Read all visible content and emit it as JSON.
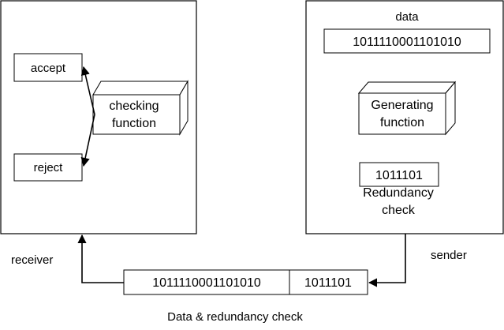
{
  "receiver": {
    "label": "receiver",
    "accept": "accept",
    "reject": "reject",
    "checking_function": [
      "checking",
      "function"
    ]
  },
  "sender": {
    "label": "sender",
    "data_title": "data",
    "data_value": "1011110001101010",
    "generating_function": [
      "Generating",
      "function"
    ],
    "redundancy_value": "1011101",
    "redundancy_label": [
      "Redundancy",
      "check"
    ]
  },
  "transmission": {
    "data_value": "1011110001101010",
    "redundancy_value": "1011101",
    "caption": "Data & redundancy check"
  }
}
